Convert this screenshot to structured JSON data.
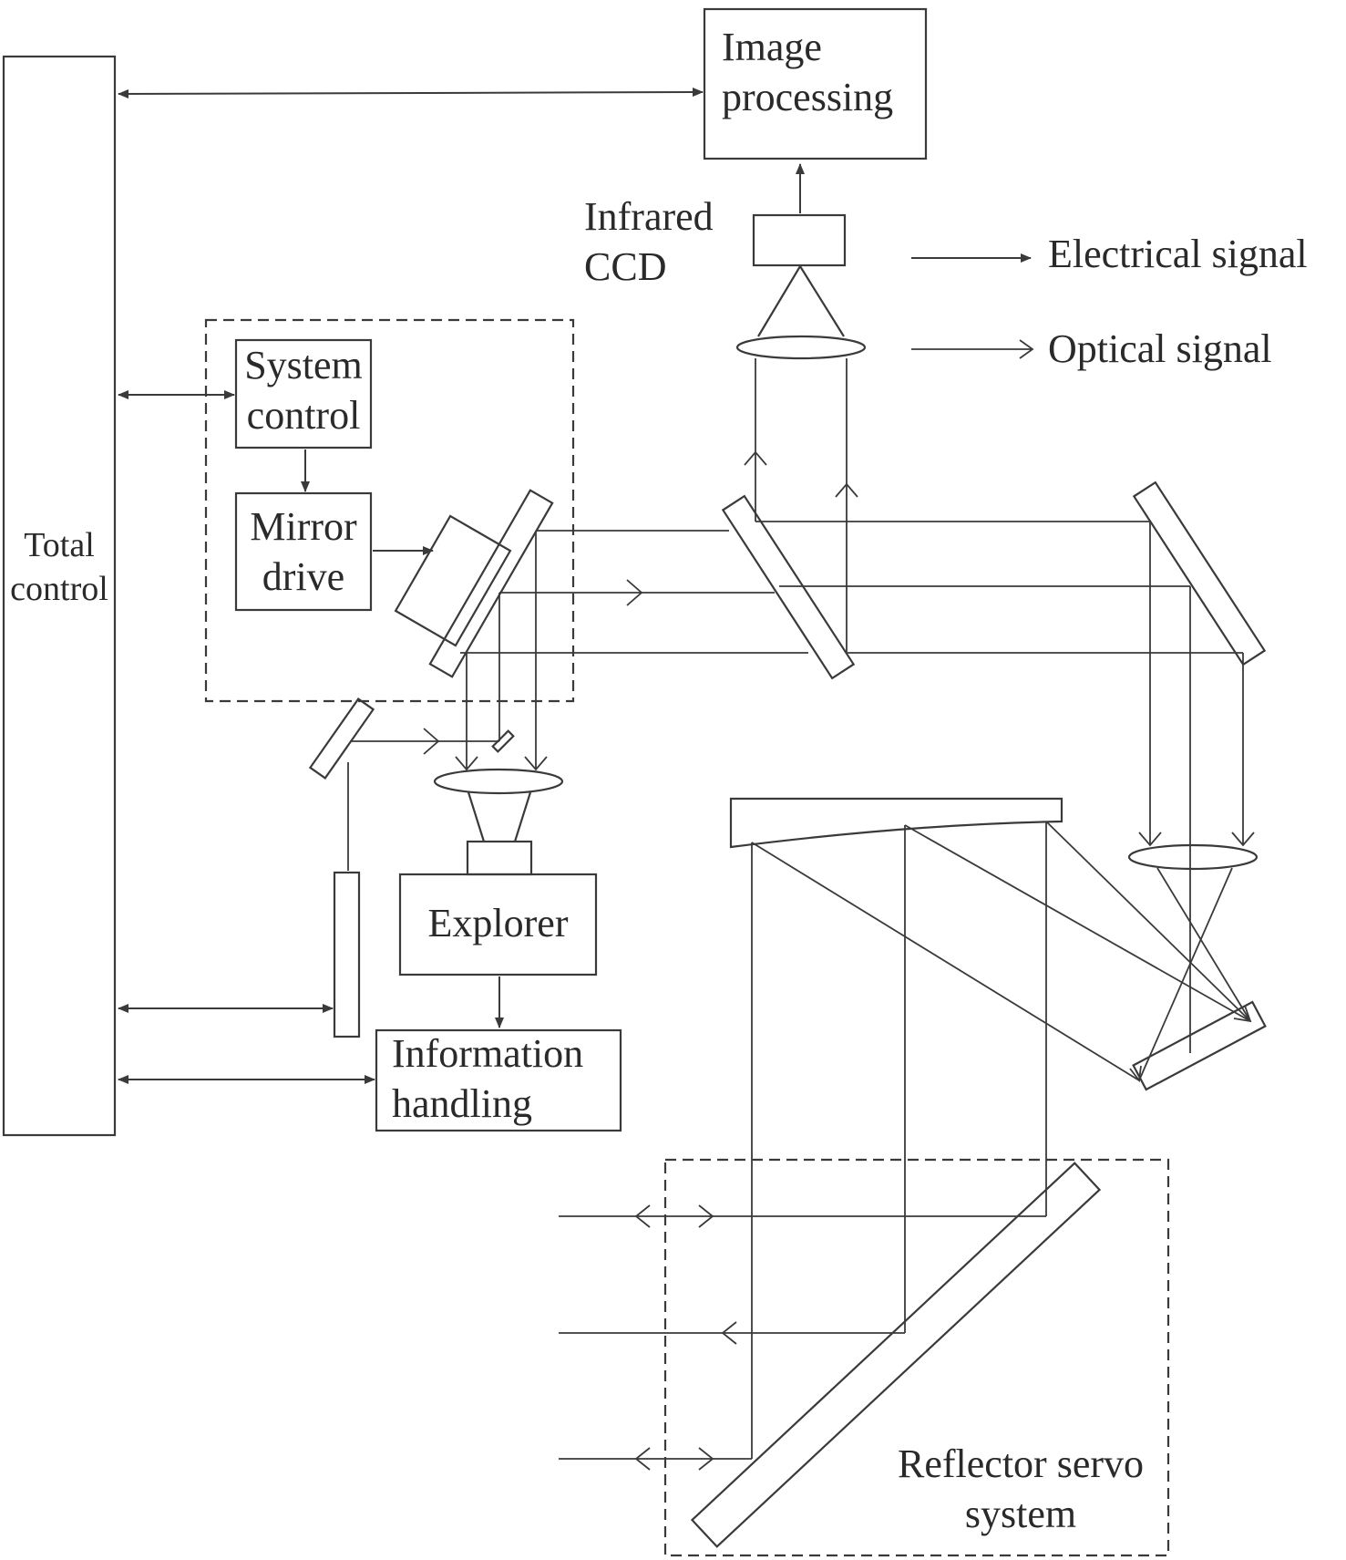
{
  "labels": {
    "total_control": [
      "Total",
      "control"
    ],
    "image_processing": [
      "Image",
      "processing"
    ],
    "infrared_ccd": [
      "Infrared",
      "CCD"
    ],
    "system_control": [
      "System",
      "control"
    ],
    "mirror_drive": [
      "Mirror",
      "drive"
    ],
    "explorer": "Explorer",
    "information_handling": [
      "Information",
      "handling"
    ],
    "reflector_servo_system": [
      "Reflector servo",
      "system"
    ]
  },
  "legend": {
    "electrical_signal": "Electrical signal",
    "optical_signal": "Optical signal"
  },
  "colors": {
    "line": "#3a3a3a",
    "background": "#ffffff"
  }
}
